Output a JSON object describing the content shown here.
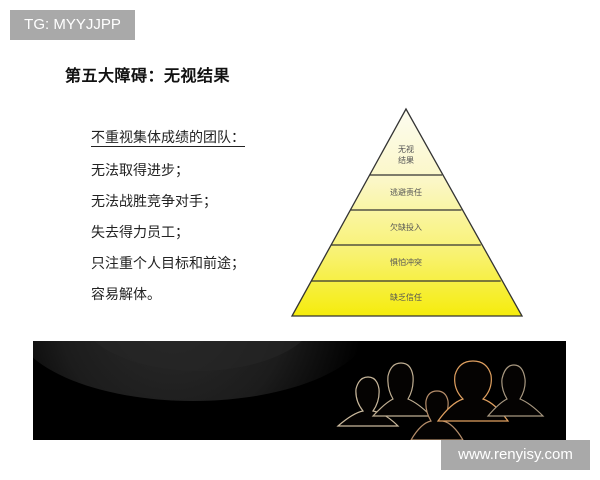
{
  "watermarks": {
    "top_left": "TG: MYYJJPP",
    "bottom_right": "www.renyisy.com"
  },
  "slide": {
    "title": "第五大障碍：无视结果",
    "list": {
      "heading": "不重视集体成绩的团队：",
      "items": [
        "无法取得进步；",
        "无法战胜竞争对手；",
        "失去得力员工；",
        "只注重个人目标和前途；",
        "容易解体。"
      ]
    },
    "pyramid": {
      "levels_top_to_bottom": [
        {
          "line1": "无视",
          "line2": "结果"
        },
        {
          "label": "逃避责任"
        },
        {
          "label": "欠缺投入"
        },
        {
          "label": "惧怕冲突"
        },
        {
          "label": "缺乏信任"
        }
      ],
      "colors": {
        "top": "#fdfbe6",
        "bottom": "#f6ee10",
        "outline": "#333333",
        "text": "#555555"
      }
    },
    "banner": {
      "image": "silhouettes-of-people-on-black-background",
      "background": "#000000"
    }
  }
}
